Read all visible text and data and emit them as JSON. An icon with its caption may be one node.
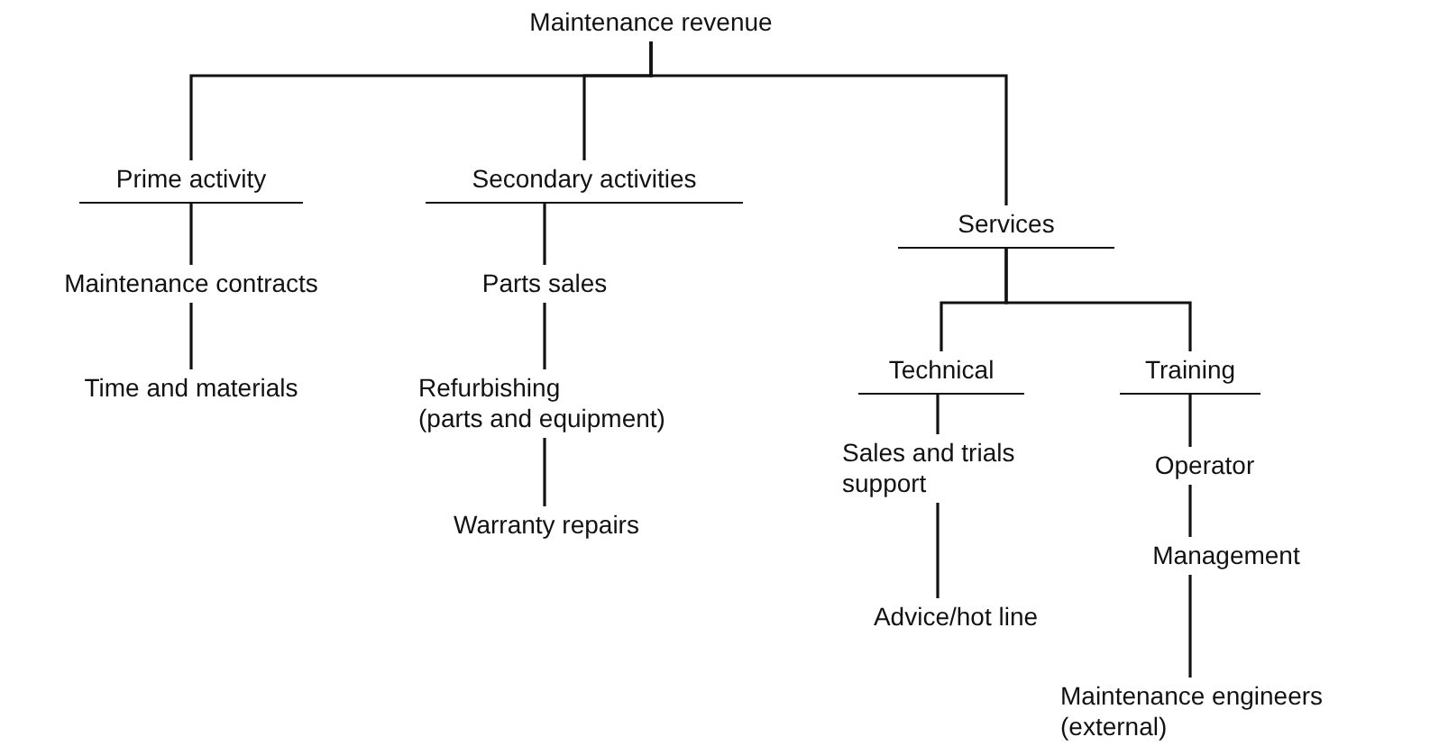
{
  "diagram": {
    "nodes": [
      {
        "text": [
          "Maintenance revenue"
        ]
      },
      {
        "text": [
          "Prime activity"
        ]
      },
      {
        "text": [
          "Secondary activities"
        ]
      },
      {
        "text": [
          "Services"
        ]
      },
      {
        "text": [
          "Maintenance contracts"
        ]
      },
      {
        "text": [
          "Time and materials"
        ]
      },
      {
        "text": [
          "Parts sales"
        ]
      },
      {
        "text": [
          "Refurbishing (parts and equipment)"
        ]
      },
      {
        "text": [
          "Warranty repairs"
        ]
      },
      {
        "text": [
          "Technical"
        ]
      },
      {
        "text": [
          "Training"
        ]
      },
      {
        "text": [
          "Sales and trials support"
        ]
      },
      {
        "text": [
          "Advice/hot line"
        ]
      },
      {
        "text": [
          "Operator"
        ]
      },
      {
        "text": [
          "Management"
        ]
      },
      {
        "text": [
          "Maintenance engineers (external)"
        ]
      }
    ],
    "edges": [
      {
        "from": 0,
        "to": 1,
        "arrow": "none"
      },
      {
        "from": 0,
        "to": 2,
        "arrow": "none"
      },
      {
        "from": 0,
        "to": 3,
        "arrow": "none"
      },
      {
        "from": 1,
        "to": 4,
        "arrow": "none"
      },
      {
        "from": 4,
        "to": 5,
        "arrow": "none"
      },
      {
        "from": 2,
        "to": 6,
        "arrow": "none"
      },
      {
        "from": 6,
        "to": 7,
        "arrow": "none"
      },
      {
        "from": 7,
        "to": 8,
        "arrow": "none"
      },
      {
        "from": 3,
        "to": 9,
        "arrow": "none"
      },
      {
        "from": 3,
        "to": 10,
        "arrow": "none"
      },
      {
        "from": 9,
        "to": 11,
        "arrow": "none"
      },
      {
        "from": 11,
        "to": 12,
        "arrow": "none"
      },
      {
        "from": 10,
        "to": 13,
        "arrow": "none"
      },
      {
        "from": 13,
        "to": 14,
        "arrow": "none"
      },
      {
        "from": 14,
        "to": 15,
        "arrow": "none"
      }
    ]
  }
}
